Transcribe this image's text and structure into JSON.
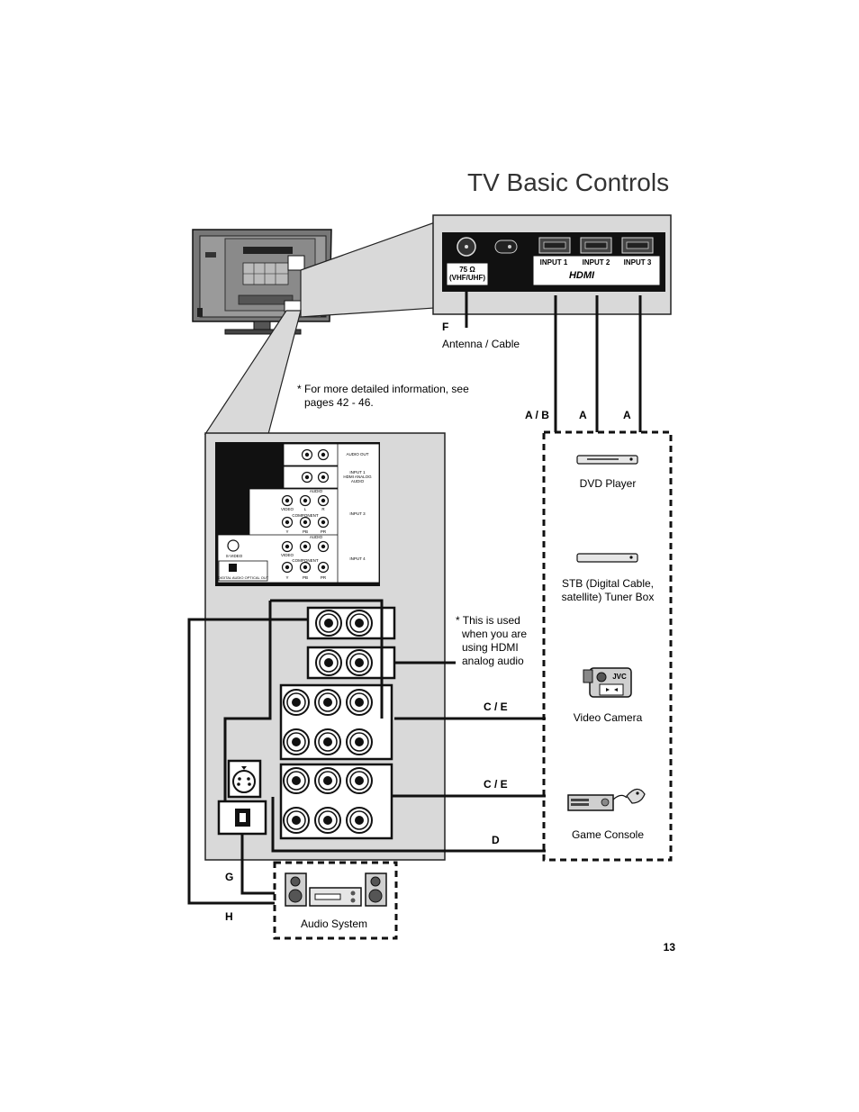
{
  "page": {
    "title": "TV Basic Controls",
    "page_number": "13"
  },
  "top_panel": {
    "antenna_label_line1": "75 Ω",
    "antenna_label_line2": "(VHF/UHF)",
    "hdmi_inputs": [
      "INPUT 1",
      "INPUT 2",
      "INPUT 3"
    ],
    "hdmi_logo": "HDMI"
  },
  "back_panel": {
    "audio_out": "AUDIO OUT",
    "input1_line1": "INPUT 1",
    "input1_line2": "HDMI ANALOG",
    "input1_line3": "AUDIO",
    "audio": "AUDIO",
    "video": "VIDEO",
    "l": "L",
    "r": "R",
    "y": "Y",
    "pb": "PB",
    "pr": "PR",
    "component": "COMPONENT",
    "input3": "INPUT 3",
    "input4": "INPUT 4",
    "s_video": "S-VIDEO",
    "digital_out": "DIGITAL AUDIO OPTICAL OUT"
  },
  "labels": {
    "F": "F",
    "antenna_cable": "Antenna / Cable",
    "AB": "A / B",
    "A1": "A",
    "A2": "A",
    "CE1": "C / E",
    "CE2": "C / E",
    "D": "D",
    "G": "G",
    "H": "H"
  },
  "notes": {
    "detail_line1": "* For more detailed information, see",
    "detail_line2": "pages 42 - 46.",
    "hdmi_line1": "* This is used",
    "hdmi_line2": "when you are",
    "hdmi_line3": "using HDMI",
    "hdmi_line4": "analog audio"
  },
  "devices": {
    "dvd": "DVD Player",
    "stb_line1": "STB (Digital Cable,",
    "stb_line2": "satellite) Tuner Box",
    "camera": "Video Camera",
    "camera_brand": "JVC",
    "game": "Game Console",
    "audio_system": "Audio System"
  },
  "colors": {
    "panel_gray": "#d9d9d9",
    "line": "#111111"
  }
}
